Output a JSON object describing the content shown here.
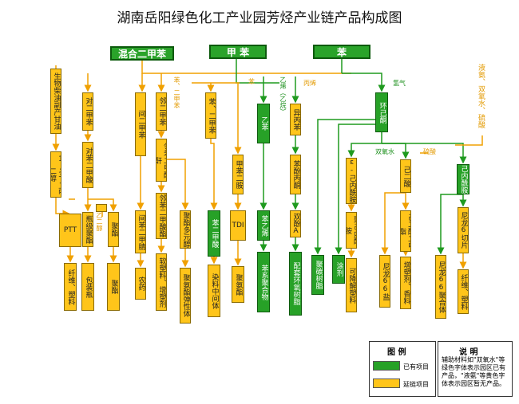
{
  "title": "湖南岳阳绿色化工产业园芳烃产业链产品构成图",
  "top": {
    "mixed_xylene": "混合二甲苯",
    "toluene": "甲  苯",
    "benzene": "苯"
  },
  "nodes": {
    "n_glycerin": "生物柴油副产甘油",
    "n_pdo": "1,3-丙二醇",
    "n_ptt": "PTT",
    "n_px": "对二甲苯",
    "n_pta": "对苯二甲酸",
    "n_eg": "乙二醇",
    "n_pet_bottle": "瓶级聚酯",
    "n_packaging": "包装瓶",
    "n_polyester": "聚酯",
    "n_fiber_plastic1": "纤维、塑料",
    "n_mx": "间二甲苯",
    "n_ipn": "间苯二甲腈",
    "n_pesticide": "农药",
    "n_ox": "邻二甲苯",
    "n_pa": "邻苯二甲酸酐",
    "n_dop": "邻苯二甲酸酯",
    "n_plastic_plasticizer": "软塑料、增塑剂",
    "n_polyester_polyol": "聚酯多元醇",
    "n_pu_elastomer": "聚氨酯弹性体",
    "n_benzene_xylene": "苯、二甲苯",
    "n_tda": "苯二甲酸",
    "n_dye": "染料中间体",
    "n_tdi": "甲苯二胺",
    "n_tdi2": "TDI",
    "n_pu": "聚氨酯",
    "n_ethylbenzene": "乙苯",
    "n_styrene": "苯乙烯",
    "n_styrenics": "苯系聚合物",
    "n_cumene": "异丙苯",
    "n_phenol_acetone": "苯酚丙酮",
    "n_bpa": "双酚A",
    "n_epoxy": "配套环氧树脂",
    "n_pc": "聚碳树脂",
    "n_coating": "涂剂",
    "n_cyclohexanone": "环己酮",
    "n_caprolactam": "ε-己内酰胺",
    "n_pa6": "聚己内酰胺",
    "n_degradable": "可降解塑料",
    "n_adipic_acid": "己二酸",
    "n_hmd": "己二酸二甲酯",
    "n_plasticizer_flavor": "增塑剂、香料",
    "n_nylon66_salt": "尼龙66盐",
    "n_adiponitrile": "己内酰胺",
    "n_nylon6_chip": "尼龙6切片",
    "n_nylon_compound": "尼龙66聚合体",
    "n_fiber_plastic2": "纤维、塑料",
    "n_aux": "液氨、双氧水、硫酸"
  },
  "labels": {
    "benzene_small": "苯",
    "propylene": "丙烯",
    "ethylene": "乙烯（乙烷）",
    "hydrogen": "氢气",
    "h2o2": "双氧水",
    "sulfuric": "硫酸"
  },
  "legend": {
    "title": "图  例",
    "existing": "已有项目",
    "extended": "延链项目"
  },
  "notes": {
    "title": "说  明",
    "text1": "辅助材料如\"双氧水\"等绿色字体表示园区已有产品，\"液氨\"等黄色字体表示园区暂无产品。"
  },
  "colors": {
    "existing": "#27a127",
    "extended": "#ffc51a",
    "line_green": "#1f9a1f",
    "line_orange": "#f0a000"
  }
}
